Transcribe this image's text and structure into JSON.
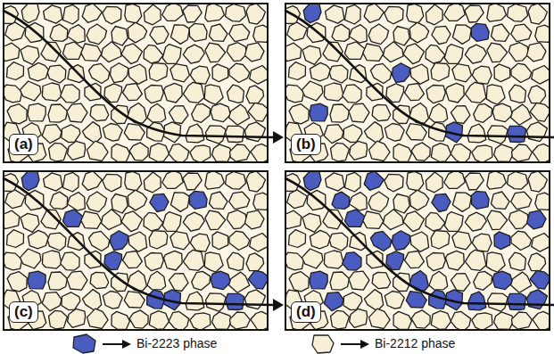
{
  "diagram": {
    "labels": [
      "(a)",
      "(b)",
      "(c)",
      "(d)"
    ],
    "legend": [
      {
        "text": "Bi-2223 phase",
        "color": "#4a5cc0"
      },
      {
        "text": "Bi-2212 phase",
        "color": "#f8f0d6"
      }
    ]
  }
}
